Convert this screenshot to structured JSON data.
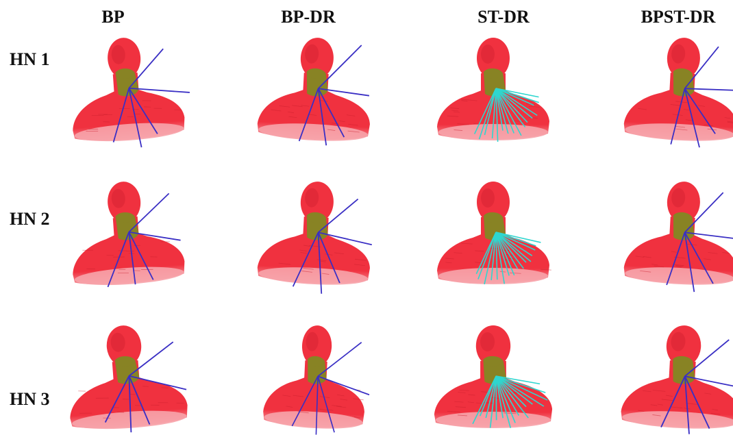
{
  "columns": [
    {
      "label": "BP",
      "beam_color": "#3a2fc4",
      "beam_style": "sparse"
    },
    {
      "label": "BP-DR",
      "beam_color": "#3a2fc4",
      "beam_style": "sparse"
    },
    {
      "label": "ST-DR",
      "beam_color": "#2fd6cf",
      "beam_style": "dense"
    },
    {
      "label": "BPST-DR",
      "beam_color": "#3a2fc4",
      "beam_style": "sparse"
    }
  ],
  "rows": [
    {
      "label": "HN 1"
    },
    {
      "label": "HN 2"
    },
    {
      "label": "HN 3"
    }
  ],
  "colors": {
    "body": "#f0313f",
    "body_shadow": "#c81e2c",
    "body_light": "#f7a3aa",
    "tumor": "#7f8a22",
    "background": "#ffffff"
  }
}
